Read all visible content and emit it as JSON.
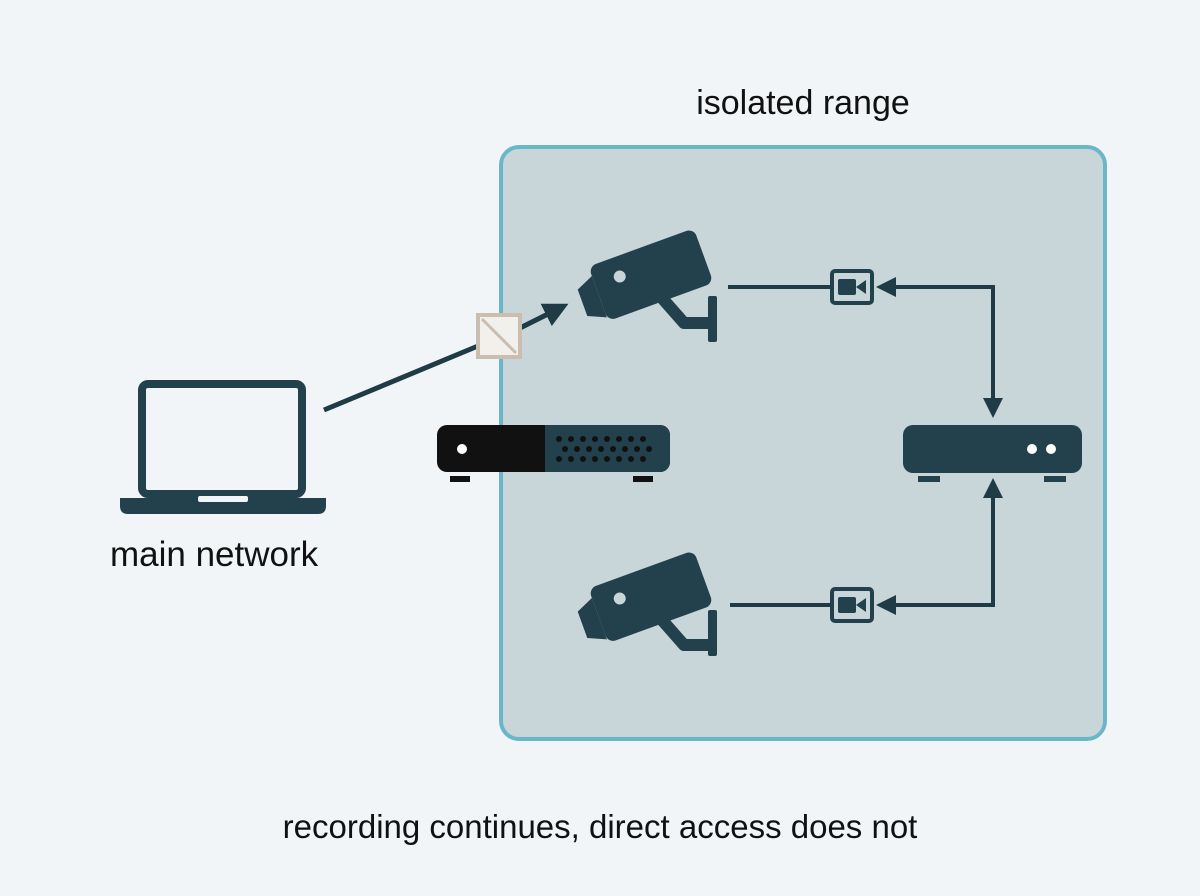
{
  "zone": {
    "title": "isolated range",
    "border_color": "#6ab7c8",
    "fill_color": "#c8d6d9"
  },
  "laptop": {
    "label": "main network",
    "icon": "laptop-icon"
  },
  "caption": "recording continues, direct access does not",
  "colors": {
    "background": "#f1f5f8",
    "icon": "#22414d",
    "line": "#1f3b46",
    "blocked_marker": "#c9beb0"
  },
  "icons": {
    "camera": "security-camera-icon",
    "video_badge": "video-camera-icon",
    "blocked": "blocked-marker-icon",
    "switch": "network-switch-icon",
    "recorder": "recorder-icon"
  }
}
